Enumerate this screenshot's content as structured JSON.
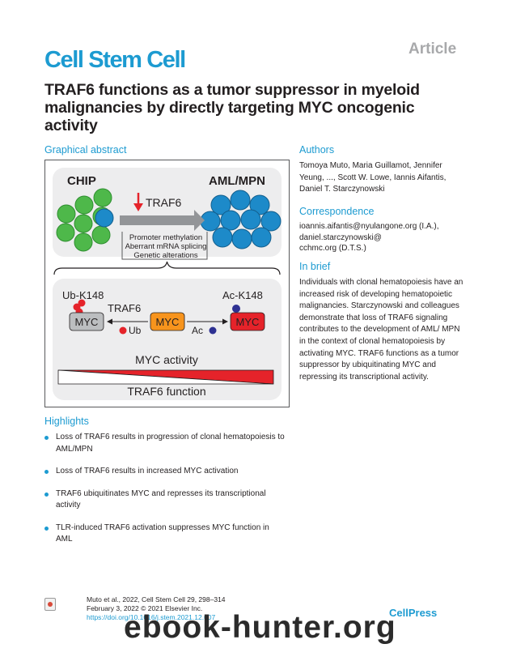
{
  "header": {
    "article_tag": "Article",
    "journal": "Cell Stem Cell"
  },
  "title": "TRAF6 functions as a tumor suppressor in myeloid malignancies by directly targeting MYC oncogenic activity",
  "graphical_abstract": {
    "heading": "Graphical abstract",
    "chip_label": "CHIP",
    "aml_label": "AML/MPN",
    "traf6_down_label": "TRAF6",
    "mechanisms": [
      "Promoter methylation",
      "Aberrant mRNA splicing",
      "Genetic alterations"
    ],
    "ub_site": "Ub-K148",
    "ac_site": "Ac-K148",
    "traf6_enzyme": "TRAF6",
    "myc": "MYC",
    "ub": "Ub",
    "ac": "Ac",
    "myc_activity": "MYC activity",
    "traf6_function": "TRAF6 function",
    "colors": {
      "green": "#4eb84a",
      "blue": "#1d8ac9",
      "orange": "#f7941d",
      "red": "#e5232a",
      "navy": "#2e3192",
      "grey": "#bcbec0"
    }
  },
  "authors": {
    "heading": "Authors",
    "text": "Tomoya Muto, Maria Guillamot, Jennifer Yeung, ..., Scott W. Lowe, Iannis Aifantis, Daniel T. Starczynowski"
  },
  "correspondence": {
    "heading": "Correspondence",
    "lines": [
      "ioannis.aifantis@nyulangone.org (I.A.),",
      "daniel.starczynowski@",
      "cchmc.org (D.T.S.)"
    ]
  },
  "in_brief": {
    "heading": "In brief",
    "text": "Individuals with clonal hematopoiesis have an increased risk of developing hematopoietic malignancies. Starczynowski and colleagues demonstrate that loss of TRAF6 signaling contributes to the development of AML/ MPN in the context of clonal hematopoiesis by activating MYC. TRAF6 functions as a tumor suppressor by ubiquitinating MYC and repressing its transcriptional activity."
  },
  "highlights": {
    "heading": "Highlights",
    "items": [
      "Loss of TRAF6 results in progression of clonal hematopoiesis to AML/MPN",
      "Loss of TRAF6 results in increased MYC activation",
      "TRAF6 ubiquitinates MYC and represses its transcriptional activity",
      "TLR-induced TRAF6 activation suppresses MYC function in AML"
    ]
  },
  "footer": {
    "citation": "Muto et al., 2022, Cell Stem Cell 29, 298–314",
    "date": "February 3, 2022 © 2021 Elsevier Inc.",
    "doi": "https://doi.org/10.1016/j.stem.2021.12.007",
    "publisher": "CellPress"
  },
  "watermark": "ebook-hunter.org"
}
